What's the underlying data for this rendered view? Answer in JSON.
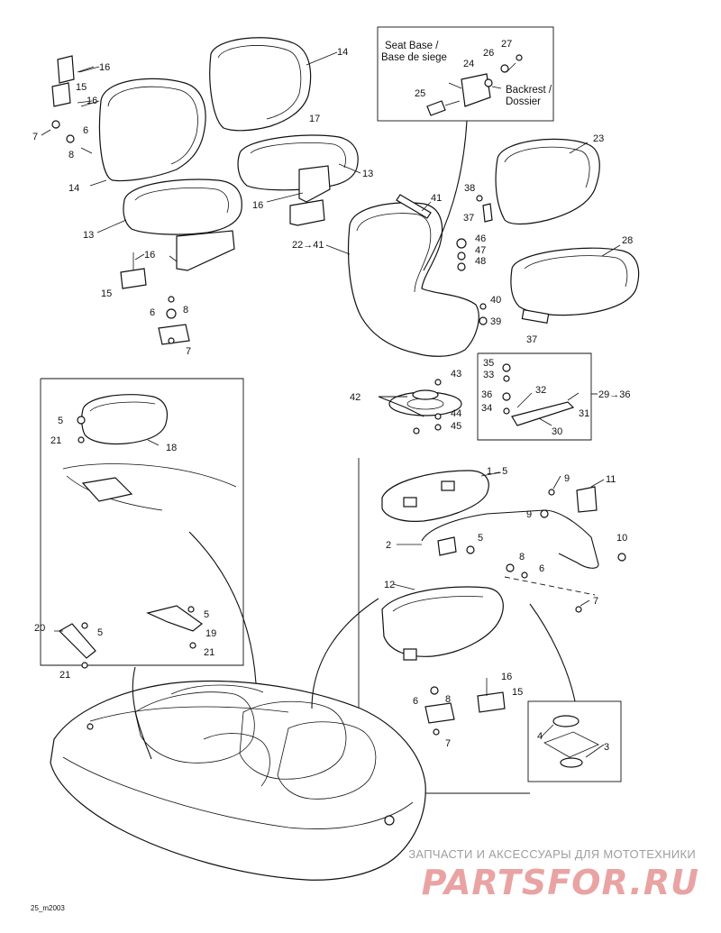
{
  "diagram": {
    "diagram_code": "25_m2003",
    "inset_caption": {
      "line1": "Seat Base /",
      "line2": "Base de siege",
      "line3": "Backrest /",
      "line4": "Dossier"
    },
    "callouts": [
      {
        "id": "c16a",
        "text": "16"
      },
      {
        "id": "c15a",
        "text": "15"
      },
      {
        "id": "c16b",
        "text": "16"
      },
      {
        "id": "c7a",
        "text": "7"
      },
      {
        "id": "c6a",
        "text": "6"
      },
      {
        "id": "c8a",
        "text": "8"
      },
      {
        "id": "c14a",
        "text": "14"
      },
      {
        "id": "c13a",
        "text": "13"
      },
      {
        "id": "c16c",
        "text": "16"
      },
      {
        "id": "c15b",
        "text": "15"
      },
      {
        "id": "c6b",
        "text": "6"
      },
      {
        "id": "c8b",
        "text": "8"
      },
      {
        "id": "c7b",
        "text": "7"
      },
      {
        "id": "c14b",
        "text": "14"
      },
      {
        "id": "c17",
        "text": "17"
      },
      {
        "id": "c13b",
        "text": "13"
      },
      {
        "id": "c16d",
        "text": "16"
      },
      {
        "id": "c22_41",
        "text": "22→41"
      },
      {
        "id": "c41",
        "text": "41"
      },
      {
        "id": "c27",
        "text": "27"
      },
      {
        "id": "c26",
        "text": "26"
      },
      {
        "id": "c24",
        "text": "24"
      },
      {
        "id": "c25",
        "text": "25"
      },
      {
        "id": "c23",
        "text": "23"
      },
      {
        "id": "c38",
        "text": "38"
      },
      {
        "id": "c37a",
        "text": "37"
      },
      {
        "id": "c46",
        "text": "46"
      },
      {
        "id": "c47",
        "text": "47"
      },
      {
        "id": "c48",
        "text": "48"
      },
      {
        "id": "c28",
        "text": "28"
      },
      {
        "id": "c40",
        "text": "40"
      },
      {
        "id": "c39",
        "text": "39"
      },
      {
        "id": "c37b",
        "text": "37"
      },
      {
        "id": "c35",
        "text": "35"
      },
      {
        "id": "c33",
        "text": "33"
      },
      {
        "id": "c32",
        "text": "32"
      },
      {
        "id": "c36",
        "text": "36"
      },
      {
        "id": "c34",
        "text": "34"
      },
      {
        "id": "c31",
        "text": "31"
      },
      {
        "id": "c30",
        "text": "30"
      },
      {
        "id": "c29_36",
        "text": "29→36"
      },
      {
        "id": "c43",
        "text": "43"
      },
      {
        "id": "c42",
        "text": "42"
      },
      {
        "id": "c44",
        "text": "44"
      },
      {
        "id": "c45",
        "text": "45"
      },
      {
        "id": "c5a",
        "text": "5"
      },
      {
        "id": "c21a",
        "text": "21"
      },
      {
        "id": "c18",
        "text": "18"
      },
      {
        "id": "c1_5",
        "text": "1→5"
      },
      {
        "id": "c9a",
        "text": "9"
      },
      {
        "id": "c11",
        "text": "11"
      },
      {
        "id": "c9b",
        "text": "9"
      },
      {
        "id": "c2",
        "text": "2"
      },
      {
        "id": "c5b",
        "text": "5"
      },
      {
        "id": "c10",
        "text": "10"
      },
      {
        "id": "c8c",
        "text": "8"
      },
      {
        "id": "c6c",
        "text": "6"
      },
      {
        "id": "c12",
        "text": "12"
      },
      {
        "id": "c7c",
        "text": "7"
      },
      {
        "id": "c5c",
        "text": "5"
      },
      {
        "id": "c19",
        "text": "19"
      },
      {
        "id": "c21b",
        "text": "21"
      },
      {
        "id": "c20",
        "text": "20"
      },
      {
        "id": "c5d",
        "text": "5"
      },
      {
        "id": "c21c",
        "text": "21"
      },
      {
        "id": "c16e",
        "text": "16"
      },
      {
        "id": "c15c",
        "text": "15"
      },
      {
        "id": "c6d",
        "text": "6"
      },
      {
        "id": "c8d",
        "text": "8"
      },
      {
        "id": "c7d",
        "text": "7"
      },
      {
        "id": "c4",
        "text": "4"
      },
      {
        "id": "c3",
        "text": "3"
      }
    ]
  },
  "watermark": {
    "tagline": "ЗАПЧАСТИ И АКСЕССУАРЫ ДЛЯ МОТОТЕХНИКИ",
    "logo": "PARTSFOR.RU"
  }
}
